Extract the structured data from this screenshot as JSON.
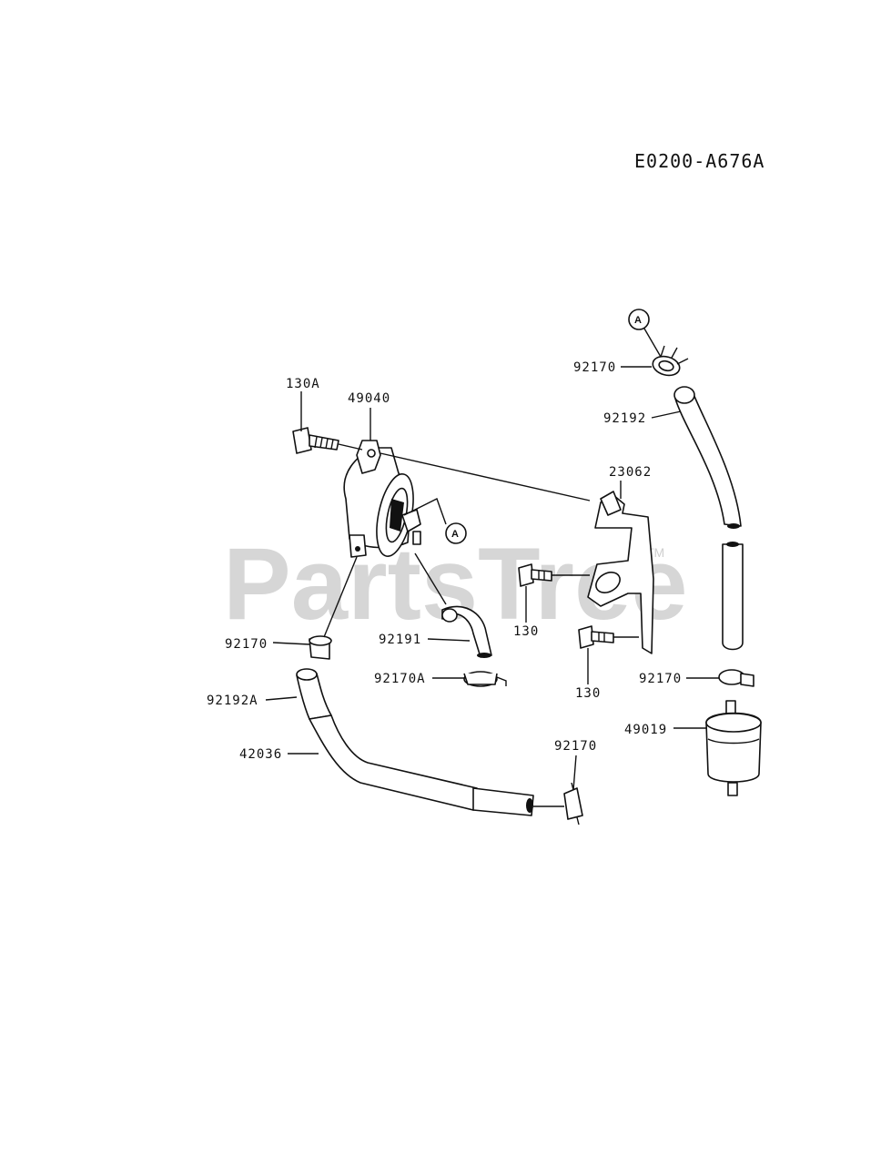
{
  "diagram_code": "E0200-A676A",
  "watermark": {
    "text": "PartsTree",
    "trademark": "TM"
  },
  "callouts": {
    "a_top": "A",
    "a_mid": "A"
  },
  "part_labels": {
    "bolt_130a": "130A",
    "pump_49040": "49040",
    "clamp_top_right": "92170",
    "hose_92192": "92192",
    "bracket_23062": "23062",
    "bolt_130_upper": "130",
    "bolt_130_lower": "130",
    "clamp_left": "92170",
    "hose_92191": "92191",
    "clamp_92170a": "92170A",
    "clamp_right_mid": "92170",
    "filter_49019": "49019",
    "hose_92192a": "92192A",
    "hose_42036": "42036",
    "clamp_bottom": "92170"
  }
}
